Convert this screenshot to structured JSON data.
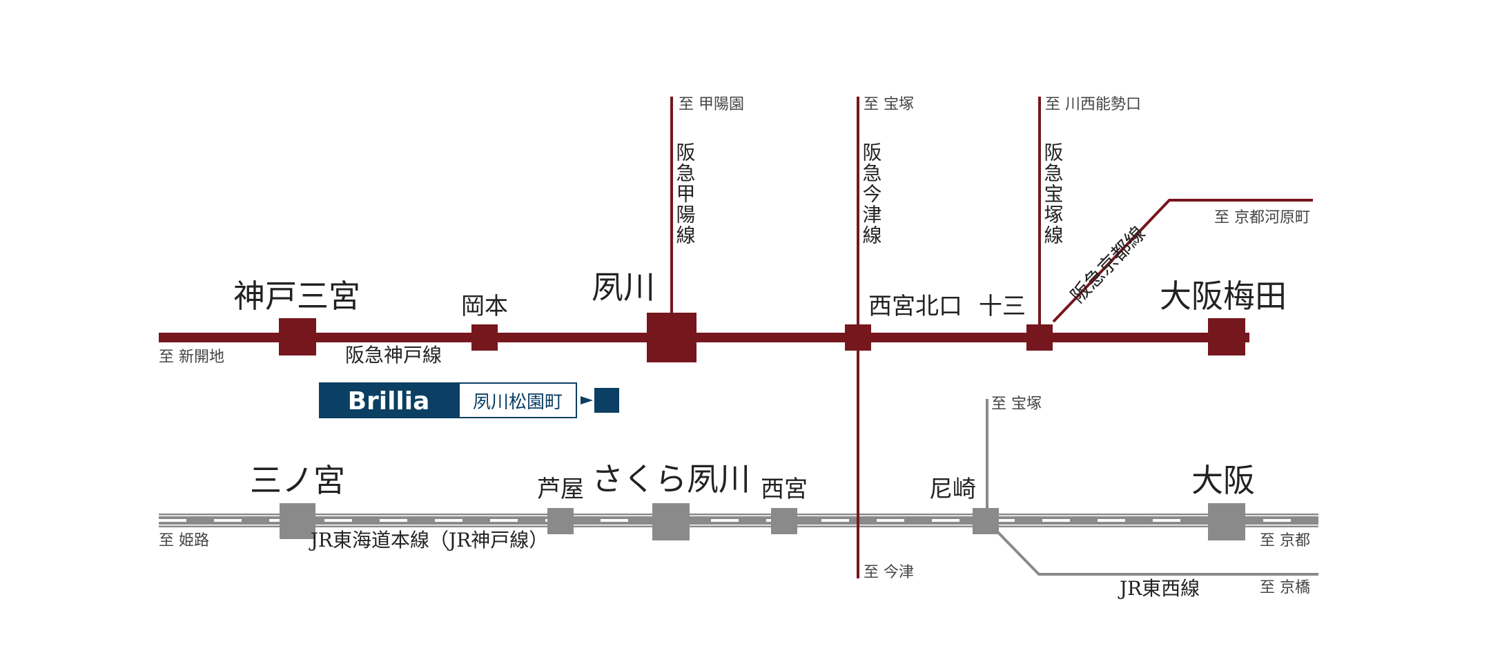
{
  "colors": {
    "hankyu": "#76161d",
    "jr": "#8a8a8a",
    "jr_dash": "#ffffff",
    "brand": "#0b3f63",
    "text": "#222222",
    "text_light": "#444444"
  },
  "lines": {
    "hankyu_kobe": "阪急神戸線",
    "hankyu_koyo": "阪急甲陽線",
    "hankyu_imazu": "阪急今津線",
    "hankyu_takarazuka": "阪急宝塚線",
    "hankyu_kyoto": "阪急京都線",
    "jr_tokaido": "JR東海道本線（JR神戸線）",
    "jr_tozai": "JR東西線"
  },
  "stations": {
    "kobe_sannomiya": "神戸三宮",
    "okamoto": "岡本",
    "shukugawa": "夙川",
    "nishinomiya_kitaguchi": "西宮北口",
    "juso": "十三",
    "osaka_umeda": "大阪梅田",
    "sannomiya_jr": "三ノ宮",
    "ashiya": "芦屋",
    "sakura_shukugawa": "さくら夙川",
    "nishinomiya_jr": "西宮",
    "amagasaki": "尼崎",
    "osaka_jr": "大阪"
  },
  "directions": {
    "shinkaichi": "至 新開地",
    "koyoen": "至 甲陽園",
    "takarazuka_hankyu": "至 宝塚",
    "kawanishi_noseguchi": "至 川西能勢口",
    "kyoto_kawaramachi": "至 京都河原町",
    "himeji": "至 姫路",
    "takarazuka_jr": "至 宝塚",
    "imazu": "至 今津",
    "kyoto": "至 京都",
    "kyobashi": "至 京橋"
  },
  "brand": {
    "logo": "Brillia",
    "property": "夙川松園町"
  }
}
